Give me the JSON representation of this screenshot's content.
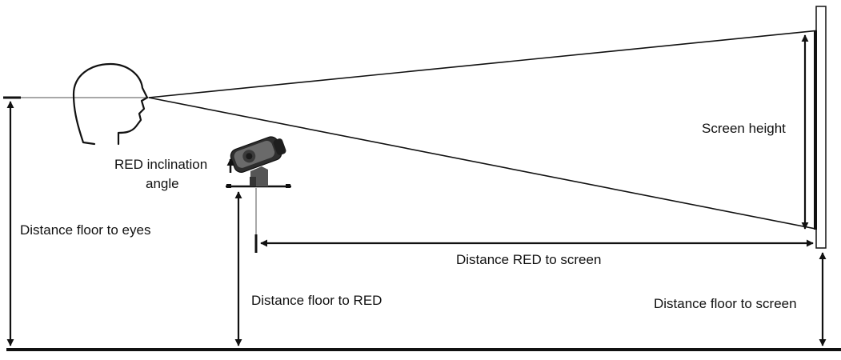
{
  "labels": {
    "screen_height": "Screen height",
    "red_inclination_line1": "RED inclination",
    "red_inclination_line2": "angle",
    "distance_floor_to_eyes": "Distance floor to eyes",
    "distance_red_to_screen": "Distance RED to screen",
    "distance_floor_to_red": "Distance floor to RED",
    "distance_floor_to_screen": "Distance floor to screen"
  },
  "colors": {
    "ink": "#111111",
    "eye_line": "#8c8c8c",
    "device_dark": "#2a2a2a",
    "device_mid": "#6a6a6a",
    "background": "#ffffff"
  }
}
